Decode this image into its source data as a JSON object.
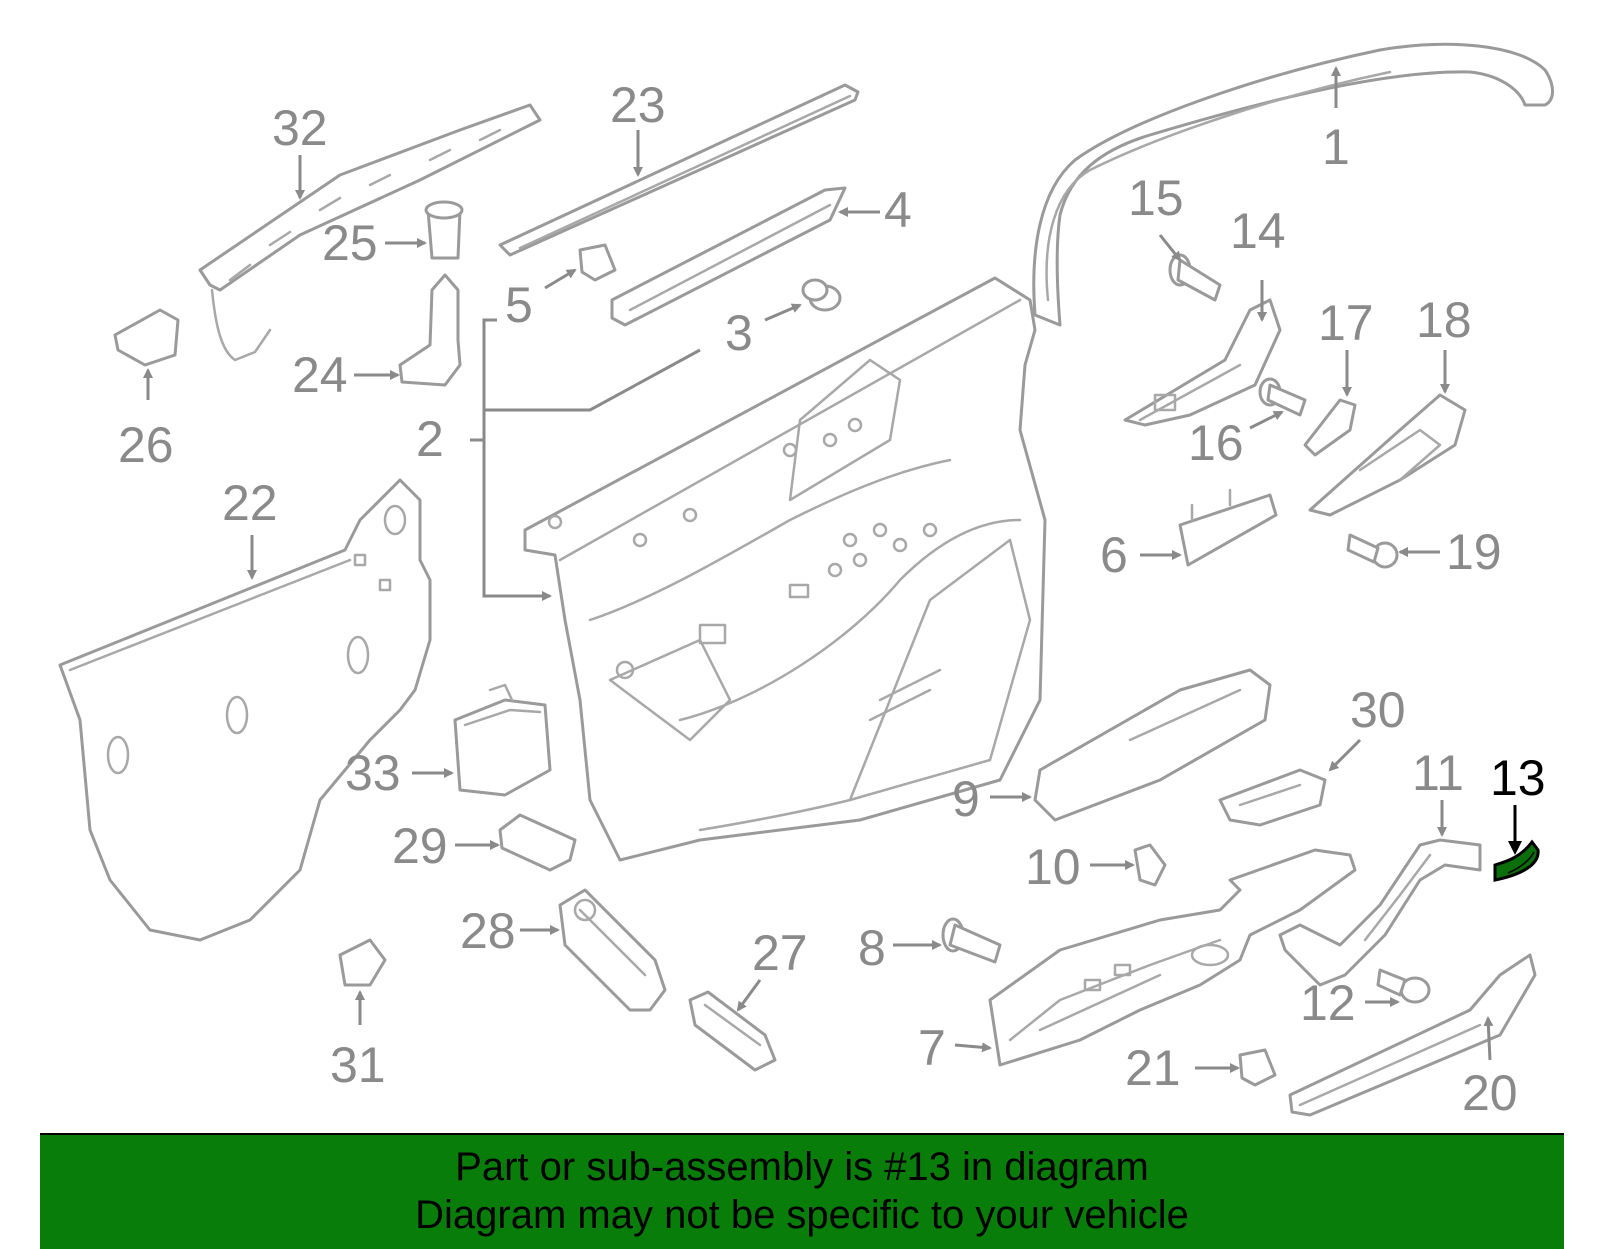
{
  "diagram": {
    "highlight_color": "#000000",
    "part_color": "#9a9a9a",
    "highlight_fill": "#0a6e0a",
    "callouts": [
      "1",
      "2",
      "3",
      "4",
      "5",
      "6",
      "7",
      "8",
      "9",
      "10",
      "11",
      "12",
      "13",
      "14",
      "15",
      "16",
      "17",
      "18",
      "19",
      "20",
      "21",
      "22",
      "23",
      "24",
      "25",
      "26",
      "27",
      "28",
      "29",
      "30",
      "31",
      "32",
      "33"
    ],
    "highlighted_callout": "13"
  },
  "banner": {
    "background": "#097d09",
    "line1": "Part or sub-assembly is #13 in diagram",
    "line2": "Diagram may not be specific to your vehicle"
  }
}
